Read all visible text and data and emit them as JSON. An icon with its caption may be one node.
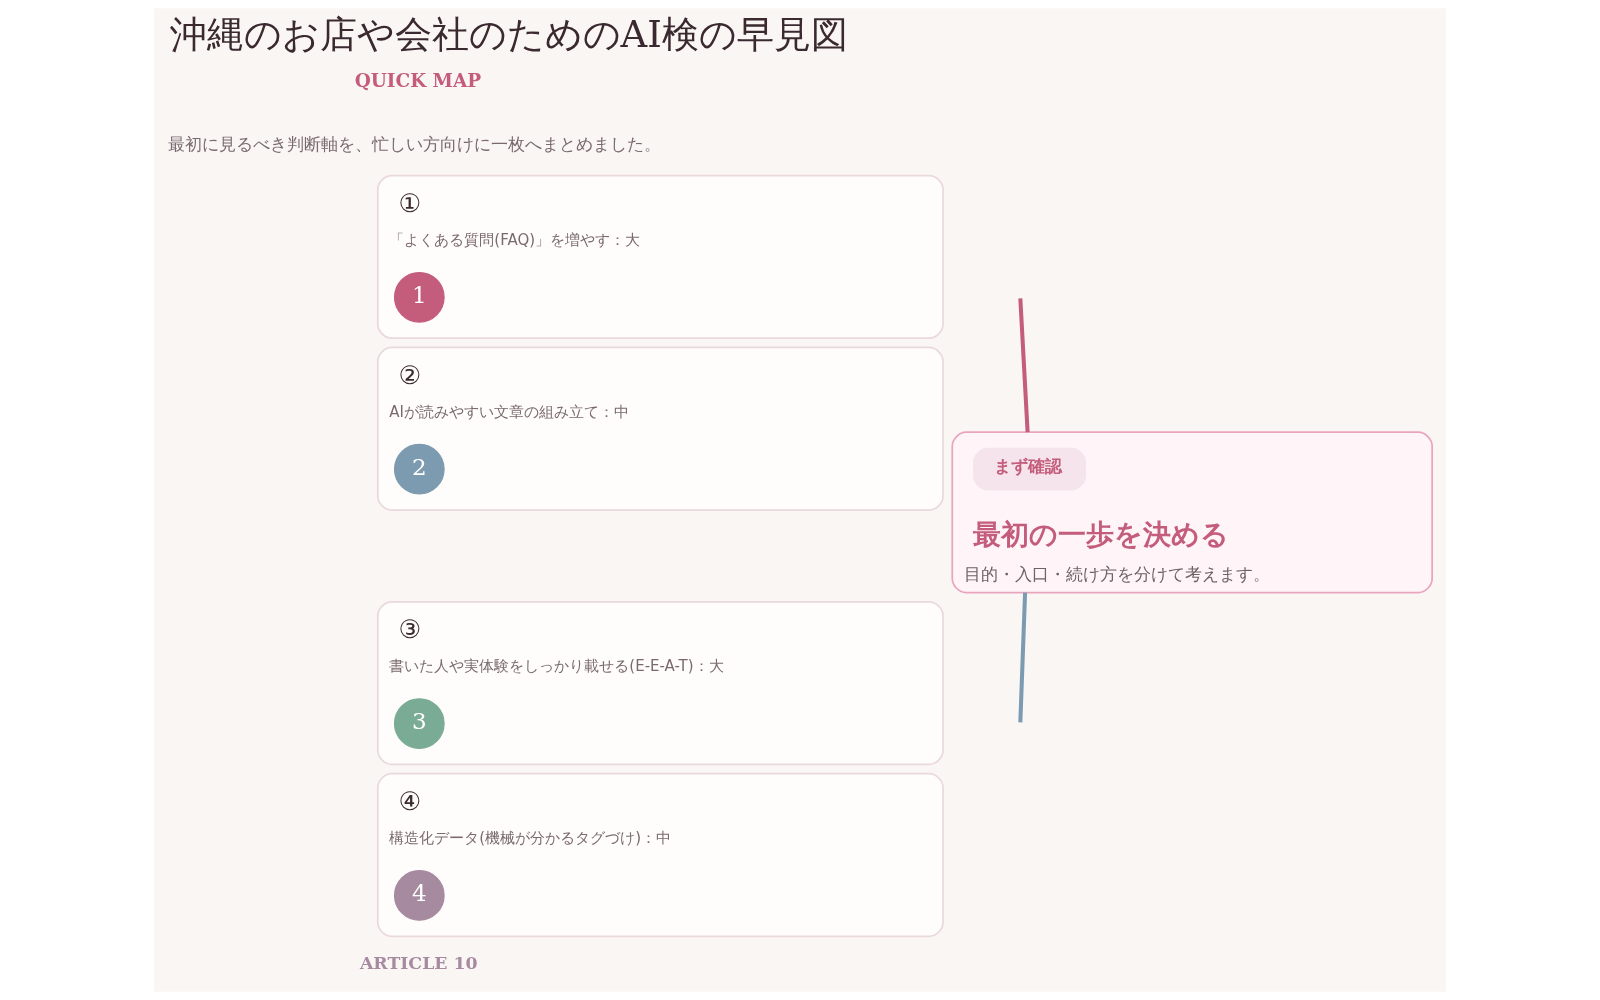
{
  "diagram": {
    "title": "沖縄のお店や会社のためのAI検の早見図",
    "nodes": [
      {
        "text": [
          "①",
          "「よくある質問(FAQ)」を増やす：大"
        ]
      },
      {
        "text": [
          "1"
        ],
        "in": 0
      },
      {
        "text": [
          "②",
          "AIが読みやすい文章の組み立て：中"
        ]
      },
      {
        "text": [
          "2"
        ],
        "in": 2
      },
      {
        "text": [
          "③",
          "書いた人や実体験をしっかり載せる(E-E-A-T)：大"
        ]
      },
      {
        "text": [
          "3"
        ],
        "in": 4
      },
      {
        "text": [
          "④",
          "構造化データ(機械が分かるタグづけ)：中"
        ]
      },
      {
        "text": [
          "4"
        ],
        "in": 6
      },
      {
        "text": [
          "最初の一歩を決める",
          "目的・入口・続け方を分けて考えます。"
        ]
      },
      {
        "text": [
          "まず確認"
        ],
        "in": 8
      }
    ],
    "edges": [
      {
        "from": null,
        "to": 8,
        "arrow": "none",
        "color": "#c45c7c"
      },
      {
        "from": null,
        "to": 8,
        "arrow": "none",
        "color": "#7c9ab0"
      }
    ],
    "labels": [
      "QUICK MAP",
      "最初に見るべき判断軸を、忙しい方向けに一枚へまとめました。",
      "ARTICLE 10"
    ]
  }
}
